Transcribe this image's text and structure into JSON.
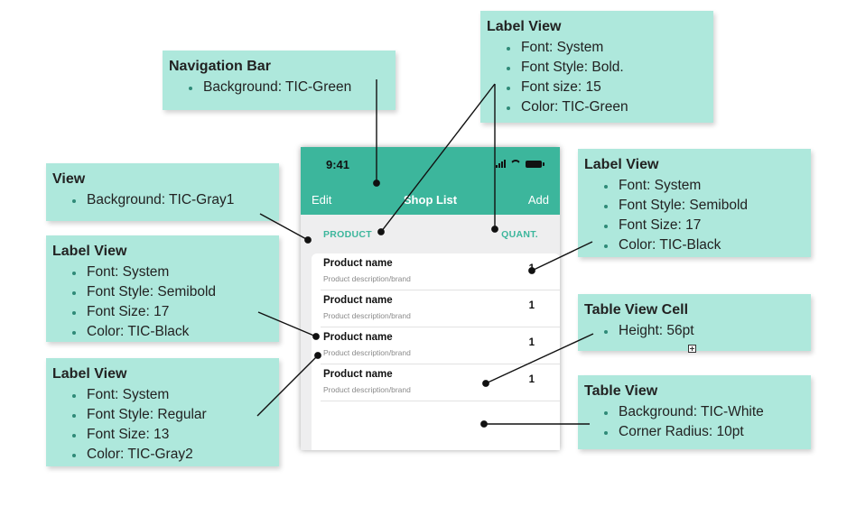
{
  "phone": {
    "time": "9:41",
    "nav_left": "Edit",
    "nav_title": "Shop List",
    "nav_right": "Add",
    "header_product": "PRODUCT",
    "header_quant": "QUANT.",
    "rows": [
      {
        "name": "Product name",
        "desc": "Product description/brand",
        "qty": "1"
      },
      {
        "name": "Product name",
        "desc": "Product description/brand",
        "qty": "1"
      },
      {
        "name": "Product name",
        "desc": "Product description/brand",
        "qty": "1"
      },
      {
        "name": "Product name",
        "desc": "Product description/brand",
        "qty": "1"
      }
    ]
  },
  "notes": {
    "navbar": {
      "title": "Navigation Bar",
      "items": [
        "Background: TIC-Green"
      ]
    },
    "view": {
      "title": "View",
      "items": [
        "Background: TIC-Gray1"
      ]
    },
    "label_name": {
      "title": "Label View",
      "items": [
        "Font: System",
        "Font Style:  Semibold",
        "Font Size: 17",
        "Color: TIC-Black"
      ]
    },
    "label_desc": {
      "title": "Label View",
      "items": [
        "Font: System",
        "Font Style: Regular",
        "Font Size: 13",
        "Color: TIC-Gray2"
      ]
    },
    "label_header": {
      "title": "Label View",
      "items": [
        "Font: System",
        "Font Style: Bold.",
        "Font size: 15",
        "Color: TIC-Green"
      ]
    },
    "label_qty": {
      "title": "Label View",
      "items": [
        "Font: System",
        "Font Style: Semibold",
        "Font Size: 17",
        "Color: TIC-Black"
      ]
    },
    "cell": {
      "title": "Table View Cell",
      "items": [
        "Height: 56pt"
      ]
    },
    "table": {
      "title": "Table View",
      "items": [
        "Background: TIC-White",
        "Corner Radius: 10pt"
      ]
    }
  },
  "colors": {
    "tic_green": "#3cb69c",
    "note_bg": "#aee8dc"
  }
}
